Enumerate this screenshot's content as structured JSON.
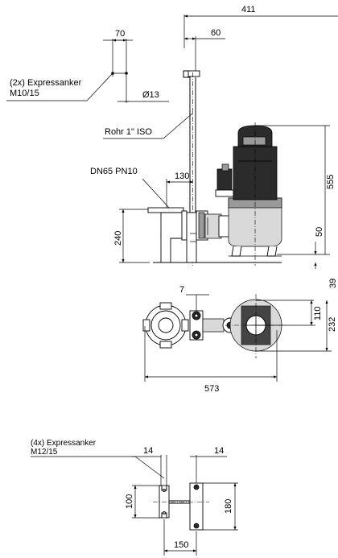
{
  "side_view": {
    "dim_total_width": "411",
    "dim_pipe_offset": "60",
    "dim_anchor_spacing": "70",
    "dim_bore_diameter": "Ø13",
    "dim_flange_offset": "130",
    "dim_height_base": "240",
    "dim_inlet_height": "50",
    "dim_total_height": "555",
    "anchor_label_line1": "(2x) Expressanker",
    "anchor_label_line2": "M10/15",
    "pipe_label": "Rohr 1\" ISO",
    "flange_label": "DN65 PN10"
  },
  "top_view": {
    "dim_offset": "7",
    "dim_length": "573",
    "dim_half_width": "110",
    "dim_width": "232",
    "dim_clearance": "39"
  },
  "base_view": {
    "anchor_label_line1": "(4x) Expressanker",
    "anchor_label_line2": "M12/15",
    "dim_left_tab": "14",
    "dim_right_tab": "14",
    "dim_left_height": "100",
    "dim_right_height": "180",
    "dim_spacing": "150"
  }
}
